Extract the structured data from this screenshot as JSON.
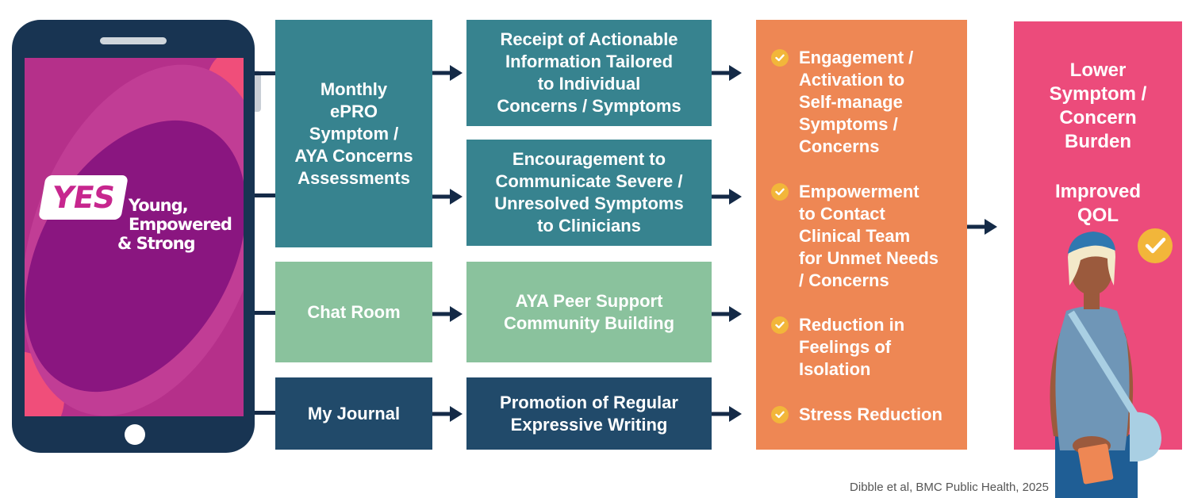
{
  "app_logo": {
    "mark": "YES",
    "tagline_line1": "Young,",
    "tagline_line2": "Empowered",
    "tagline_line3": "& Strong"
  },
  "features": [
    {
      "label": "Monthly\nePRO\nSymptom /\nAYA Concerns\nAssessments",
      "color": "#37838f"
    },
    {
      "label": "Chat Room",
      "color": "#8ac29d"
    },
    {
      "label": "My Journal",
      "color": "#214a6a"
    }
  ],
  "mechanisms": [
    {
      "label": "Receipt of Actionable\nInformation Tailored\nto Individual\nConcerns / Symptoms"
    },
    {
      "label": "Encouragement to\nCommunicate Severe /\nUnresolved Symptoms\nto Clinicians"
    },
    {
      "label": "AYA Peer Support\nCommunity Building"
    },
    {
      "label": "Promotion of Regular\nExpressive Writing"
    }
  ],
  "outcomes": [
    {
      "label": "Engagement /\nActivation to\nSelf-manage\nSymptoms /\nConcerns"
    },
    {
      "label": "Empowerment\nto Contact\nClinical Team\nfor Unmet Needs\n/ Concerns"
    },
    {
      "label": "Reduction in\nFeelings of\nIsolation"
    },
    {
      "label": "Stress Reduction"
    }
  ],
  "results": {
    "primary": "Lower\nSymptom /\nConcern\nBurden",
    "secondary": "Improved\nQOL"
  },
  "citation": "Dibble et al, BMC Public Health, 2025",
  "icons": {
    "check": "check-circle-icon",
    "person": "young-adult-illustration",
    "arrow": "right-arrow-icon"
  },
  "colors": {
    "phone_frame": "#183452",
    "screen_magenta": "#b5308a",
    "teal": "#37838f",
    "green": "#8ac29d",
    "navy": "#214a6a",
    "orange": "#ee8754",
    "pink": "#ec4b7b",
    "check": "#f2b63a",
    "arrow": "#142a47"
  }
}
